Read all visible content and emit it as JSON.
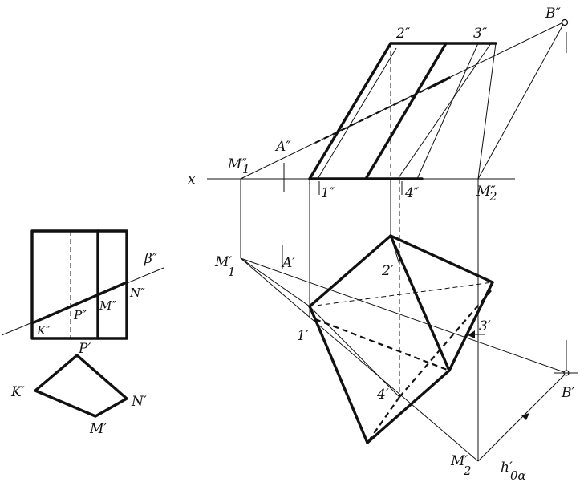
{
  "labels": {
    "x_axis": "x",
    "B2": "B″",
    "v2": "2″",
    "v3": "3″",
    "A2": "A″",
    "M1_2": "M″",
    "M1_2_sub": "1",
    "v1": "1″",
    "v4": "4″",
    "M2_2": "M″",
    "M2_2_sub": "2",
    "M1_1": "M′",
    "M1_1_sub": "1",
    "A1": "A′",
    "p2": "2′",
    "p1": "1′",
    "p3": "3′",
    "p4": "4′",
    "B1": "B′",
    "M2_1": "M′",
    "M2_1_sub": "2",
    "h0a": "h′",
    "h0a_sub": "0α",
    "beta": "β″",
    "K2": "K″",
    "P2": "P″",
    "Mm2": "M″",
    "N2": "N″",
    "P1": "P′",
    "K1": "K′",
    "N1": "N′",
    "Mm1": "M′"
  }
}
